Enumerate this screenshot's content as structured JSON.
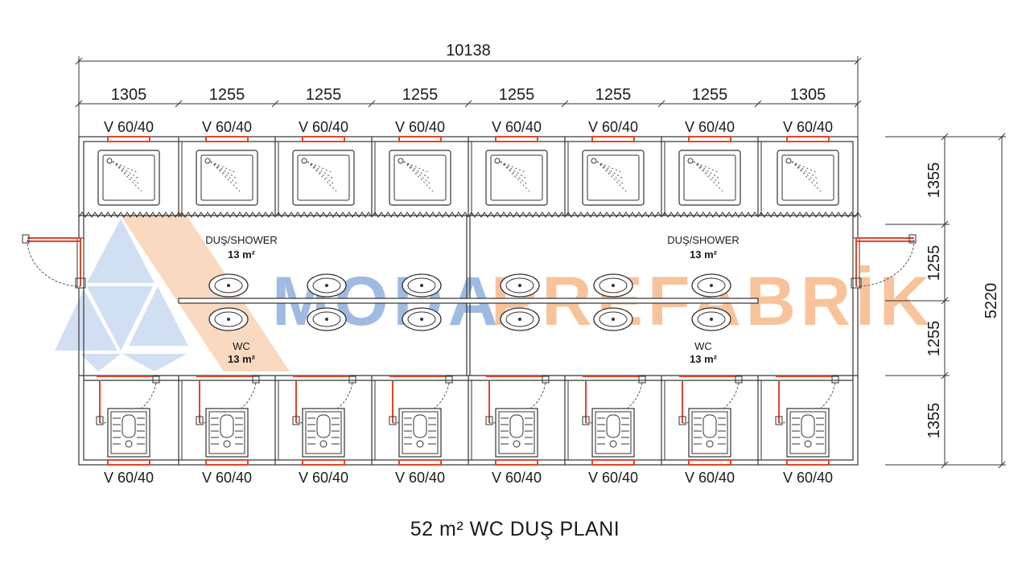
{
  "watermark": {
    "text_blue": "MODA",
    "text_orange": "PREFABRİK",
    "colors": {
      "blue": "#8fb0de",
      "orange": "#f7b98a",
      "logo_blue": "#c9d9f0",
      "logo_orange": "#f8d0b0"
    }
  },
  "dimensions": {
    "total_width": "10138",
    "bay_widths": [
      "1305",
      "1255",
      "1255",
      "1255",
      "1255",
      "1255",
      "1255",
      "1305"
    ],
    "right_side": [
      "1355",
      "1255",
      "1255",
      "1355"
    ],
    "total_depth": "5220"
  },
  "windows_top": [
    "V 60/40",
    "V 60/40",
    "V 60/40",
    "V 60/40",
    "V 60/40",
    "V 60/40",
    "V 60/40",
    "V 60/40"
  ],
  "windows_bottom": [
    "V 60/40",
    "V 60/40",
    "V 60/40",
    "V 60/40",
    "V 60/40",
    "V 60/40",
    "V 60/40",
    "V 60/40"
  ],
  "rooms": {
    "left_shower": {
      "name": "DUŞ/SHOWER",
      "area": "13 m²"
    },
    "left_wc": {
      "name": "WC",
      "area": "13 m²"
    },
    "right_shower": {
      "name": "DUŞ/SHOWER",
      "area": "13 m²"
    },
    "right_wc": {
      "name": "WC",
      "area": "13 m²"
    }
  },
  "colors": {
    "line": "#333333",
    "accent": "#e0462a"
  },
  "title": "52 m² WC DUŞ PLANI"
}
